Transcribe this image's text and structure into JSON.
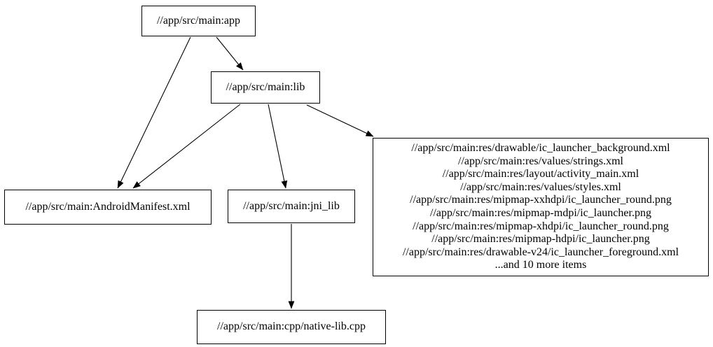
{
  "diagram": {
    "type": "dependency-graph",
    "background_color": "#ffffff",
    "node_border_color": "#000000",
    "node_fill_color": "#ffffff",
    "edge_color": "#000000",
    "text_color": "#000000",
    "nodes": {
      "app": {
        "label": "//app/src/main:app"
      },
      "lib": {
        "label": "//app/src/main:lib"
      },
      "android_manifest": {
        "label": "//app/src/main:AndroidManifest.xml"
      },
      "jni_lib": {
        "label": "//app/src/main:jni_lib"
      },
      "native_lib_cpp": {
        "label": "//app/src/main:cpp/native-lib.cpp"
      },
      "res_group": {
        "lines": [
          "//app/src/main:res/drawable/ic_launcher_background.xml",
          "//app/src/main:res/values/strings.xml",
          "//app/src/main:res/layout/activity_main.xml",
          "//app/src/main:res/values/styles.xml",
          "//app/src/main:res/mipmap-xxhdpi/ic_launcher_round.png",
          "//app/src/main:res/mipmap-mdpi/ic_launcher.png",
          "//app/src/main:res/mipmap-xhdpi/ic_launcher_round.png",
          "//app/src/main:res/mipmap-hdpi/ic_launcher.png",
          "//app/src/main:res/drawable-v24/ic_launcher_foreground.xml",
          "...and 10 more items"
        ]
      }
    },
    "edges": [
      {
        "from": "app",
        "to": "lib"
      },
      {
        "from": "app",
        "to": "android_manifest"
      },
      {
        "from": "lib",
        "to": "android_manifest"
      },
      {
        "from": "lib",
        "to": "jni_lib"
      },
      {
        "from": "lib",
        "to": "res_group"
      },
      {
        "from": "jni_lib",
        "to": "native_lib_cpp"
      }
    ]
  }
}
